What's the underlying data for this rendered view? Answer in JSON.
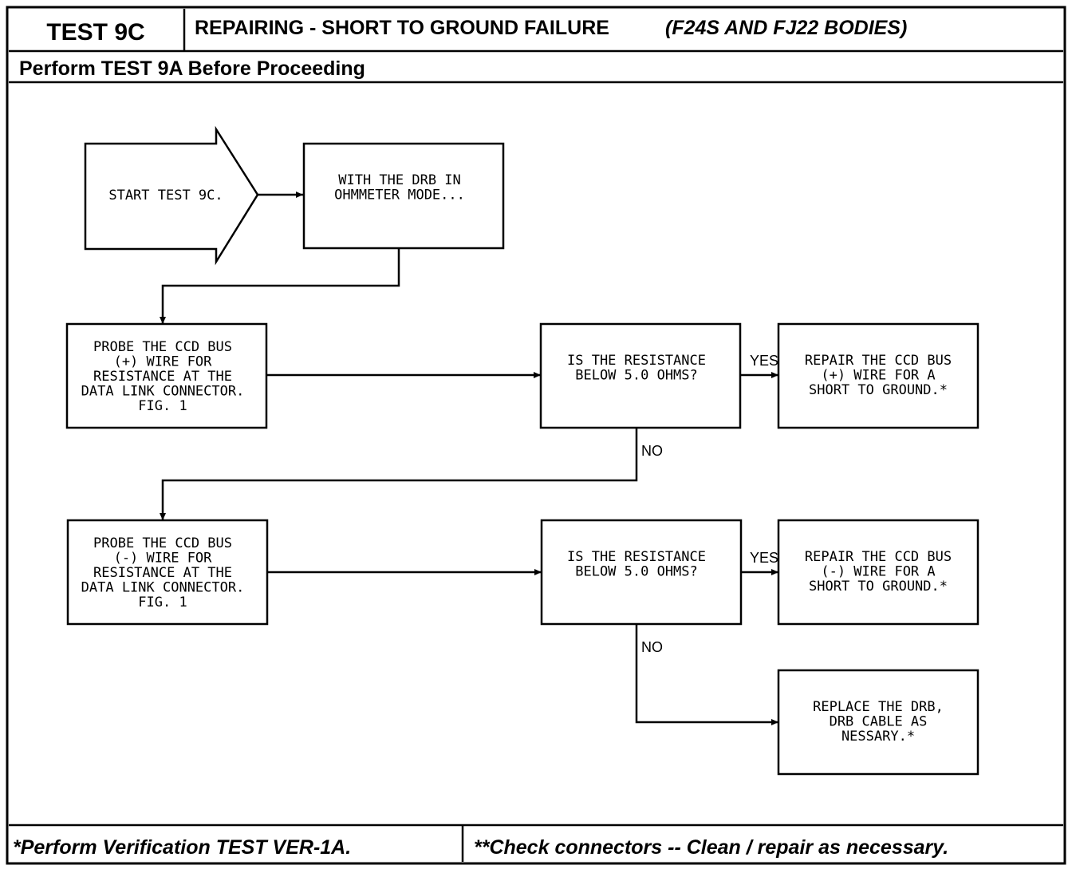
{
  "header": {
    "test_id": "TEST 9C",
    "title": "REPAIRING - SHORT TO GROUND FAILURE",
    "bodies": "(F24S AND FJ22 BODIES)",
    "prereq": "Perform TEST 9A Before Proceeding"
  },
  "flow": {
    "start": "START TEST 9C.",
    "drb_mode": [
      "WITH THE DRB IN",
      "OHMMETER MODE..."
    ],
    "probe_plus": [
      "PROBE THE CCD BUS",
      "(+) WIRE FOR",
      "RESISTANCE AT THE",
      "DATA LINK CONNECTOR.",
      "FIG. 1"
    ],
    "question_1": [
      "IS THE RESISTANCE",
      "BELOW 5.0 OHMS?"
    ],
    "repair_plus": [
      "REPAIR THE CCD BUS",
      "(+) WIRE FOR A",
      "SHORT TO GROUND.*"
    ],
    "probe_minus": [
      "PROBE THE CCD BUS",
      "(-) WIRE FOR",
      "RESISTANCE AT THE",
      "DATA LINK CONNECTOR.",
      "FIG. 1"
    ],
    "question_2": [
      "IS THE RESISTANCE",
      "BELOW 5.0 OHMS?"
    ],
    "repair_minus": [
      "REPAIR THE CCD BUS",
      "(-) WIRE FOR A",
      "SHORT TO GROUND.*"
    ],
    "replace_drb": [
      "REPLACE THE DRB,",
      "DRB CABLE AS",
      "NESSARY.*"
    ],
    "yes_label": "YES",
    "no_label": "NO"
  },
  "footer": {
    "verification": "*Perform Verification TEST VER-1A.",
    "connectors": "**Check connectors -- Clean / repair as necessary."
  }
}
